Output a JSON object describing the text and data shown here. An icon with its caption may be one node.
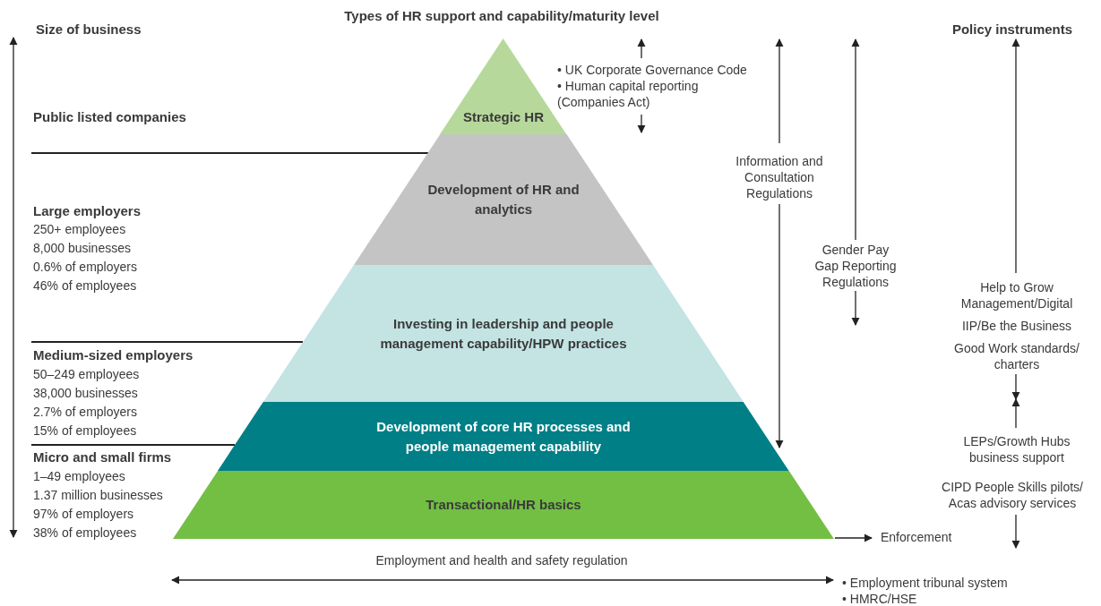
{
  "diagram": {
    "title": "Types of HR support and capability/maturity level",
    "nodes": [
      {
        "text": [
          "Strategic HR"
        ]
      },
      {
        "text": [
          "Development of HR and analytics"
        ]
      },
      {
        "text": [
          "Investing in leadership and people management capability/HPW practices"
        ]
      },
      {
        "text": [
          "Development of core HR processes and people management capability"
        ]
      },
      {
        "text": [
          "Transactional/HR basics"
        ]
      },
      {
        "text": [
          "Enforcement"
        ]
      }
    ],
    "edges": [
      {
        "from": 4,
        "to": 5,
        "arrow": "to"
      }
    ],
    "labels": [
      "Size of business",
      "Policy instruments",
      "• UK Corporate Governance Code",
      "• Human capital reporting (Companies Act)",
      "Public listed companies",
      "Information and Consultation Regulations",
      "Large employers",
      "250+ employees",
      "8,000 businesses",
      "0.6% of employers",
      "46% of employees",
      "Gender Pay Gap Reporting Regulations",
      "Help to Grow Management/Digital",
      "IIP/Be the Business",
      "Medium-sized employers",
      "50–249 employees",
      "38,000 businesses",
      "2.7% of employers",
      "15% of employees",
      "Good Work standards/ charters",
      "LEPs/Growth Hubs business support",
      "Micro and small firms",
      "1–49 employees",
      "1.37 million businesses",
      "97% of employers",
      "38% of employees",
      "CIPD People Skills pilots/ Acas advisory services",
      "Employment and health and safety regulation",
      "• Employment tribunal system",
      "• HMRC/HSE"
    ]
  }
}
